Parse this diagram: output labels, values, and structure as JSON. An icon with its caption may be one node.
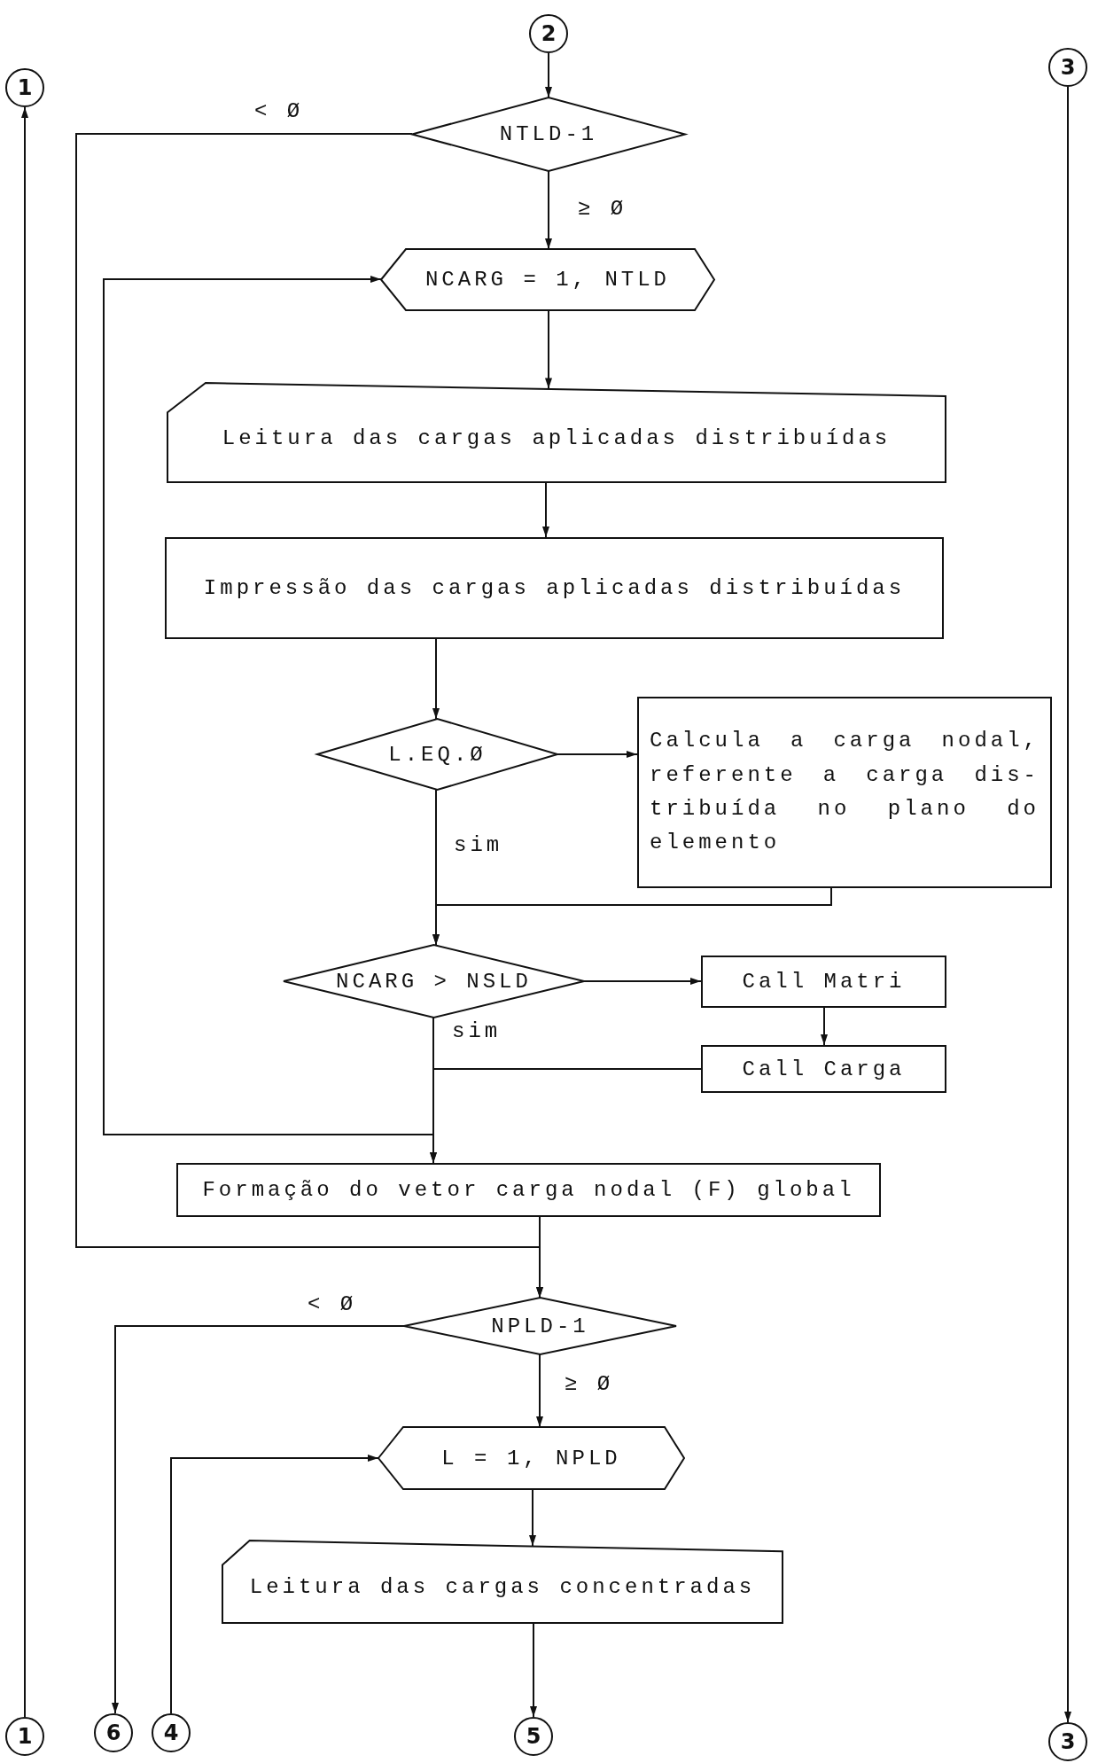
{
  "diagram": {
    "nodes": [
      {
        "text": [
          "2"
        ]
      },
      {
        "text": [
          "1"
        ]
      },
      {
        "text": [
          "3"
        ]
      },
      {
        "text": [
          "NTLD-1"
        ]
      },
      {
        "text": [
          "NCARG = 1, NTLD"
        ]
      },
      {
        "text": [
          "Leitura das cargas aplicadas distribuídas"
        ]
      },
      {
        "text": [
          "Impressão das cargas aplicadas distribuídas"
        ]
      },
      {
        "text": [
          "L.EQ.Ø"
        ]
      },
      {
        "text": [
          "Calcula a carga nodal, referente a carga dis- tribuída no plano do elemento"
        ]
      },
      {
        "text": [
          "NCARG > NSLD"
        ]
      },
      {
        "text": [
          "Call Matri"
        ]
      },
      {
        "text": [
          "Call Carga"
        ]
      },
      {
        "text": [
          "Formação do vetor carga nodal (F) global"
        ]
      },
      {
        "text": [
          "NPLD-1"
        ]
      },
      {
        "text": [
          "L = 1, NPLD"
        ]
      },
      {
        "text": [
          "Leitura das cargas concentradas"
        ]
      },
      {
        "text": [
          "1"
        ]
      },
      {
        "text": [
          "6"
        ]
      },
      {
        "text": [
          "4"
        ]
      },
      {
        "text": [
          "5"
        ]
      },
      {
        "text": [
          "3"
        ]
      }
    ],
    "edges": [
      {
        "from": 0,
        "to": 3,
        "arrow": "to"
      },
      {
        "from": 3,
        "to": 13,
        "arrow": "to",
        "label": "< Ø"
      },
      {
        "from": 3,
        "to": 4,
        "arrow": "to",
        "label": "≥ Ø"
      },
      {
        "from": 4,
        "to": 5,
        "arrow": "to"
      },
      {
        "from": 5,
        "to": 6,
        "arrow": "to"
      },
      {
        "from": 6,
        "to": 7,
        "arrow": "to"
      },
      {
        "from": 7,
        "to": 8,
        "arrow": "to"
      },
      {
        "from": 7,
        "to": 9,
        "arrow": "to",
        "label": "sim"
      },
      {
        "from": 8,
        "to": 9,
        "arrow": "to"
      },
      {
        "from": 9,
        "to": 10,
        "arrow": "to"
      },
      {
        "from": 10,
        "to": 11,
        "arrow": "to"
      },
      {
        "from": 11,
        "to": 12,
        "arrow": "to"
      },
      {
        "from": 9,
        "to": 12,
        "arrow": "to",
        "label": "sim"
      },
      {
        "from": 9,
        "to": 4,
        "arrow": "to"
      },
      {
        "from": 12,
        "to": 13,
        "arrow": "to"
      },
      {
        "from": 13,
        "to": 17,
        "arrow": "to",
        "label": "< Ø"
      },
      {
        "from": 13,
        "to": 14,
        "arrow": "to",
        "label": "≥ Ø"
      },
      {
        "from": 18,
        "to": 14,
        "arrow": "to"
      },
      {
        "from": 14,
        "to": 15,
        "arrow": "to"
      },
      {
        "from": 15,
        "to": 19,
        "arrow": "to"
      },
      {
        "from": 16,
        "to": 1,
        "arrow": "to"
      },
      {
        "from": 2,
        "to": 20,
        "arrow": "to"
      }
    ]
  }
}
